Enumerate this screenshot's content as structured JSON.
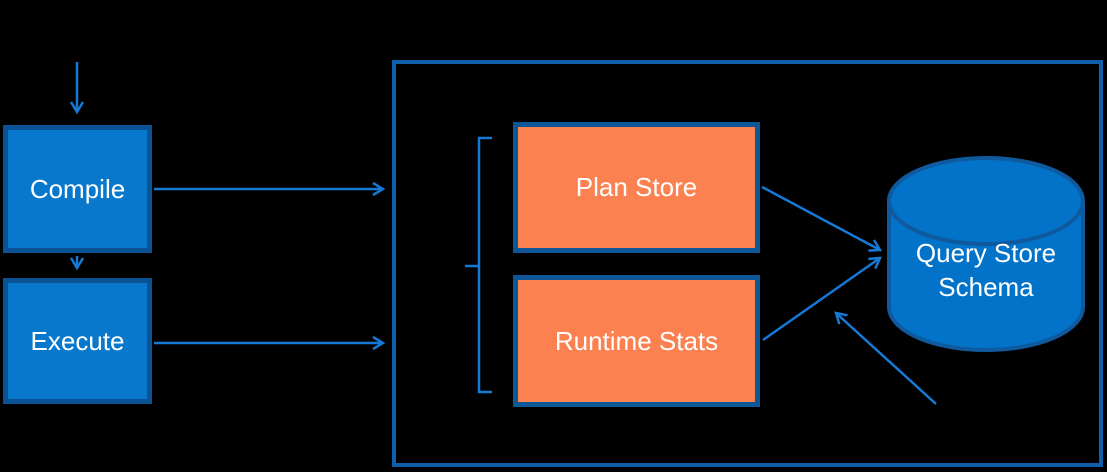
{
  "nodes": {
    "compile": {
      "label": "Compile",
      "shape": "rect"
    },
    "execute": {
      "label": "Execute",
      "shape": "rect"
    },
    "plan_store": {
      "label": "Plan Store",
      "shape": "rect"
    },
    "runtime_stats": {
      "label": "Runtime Stats",
      "shape": "rect"
    },
    "query_store_schema": {
      "label": "Query Store Schema",
      "line1": "Query Store",
      "line2": "Schema",
      "shape": "cylinder"
    }
  },
  "edges": [
    {
      "from": "top-input",
      "to": "compile",
      "style": "arrow"
    },
    {
      "from": "compile",
      "to": "execute",
      "style": "arrow"
    },
    {
      "from": "compile",
      "to": "container",
      "style": "arrow"
    },
    {
      "from": "execute",
      "to": "container",
      "style": "arrow"
    },
    {
      "from": "plan_store",
      "to": "query_store_schema",
      "style": "arrow"
    },
    {
      "from": "runtime_stats",
      "to": "query_store_schema",
      "style": "arrow"
    },
    {
      "from": "bottom-right-input",
      "to": "query_store_schema",
      "style": "arrow"
    }
  ],
  "annotations": [
    {
      "type": "bracket",
      "grouping": [
        "plan_store",
        "runtime_stats"
      ]
    }
  ],
  "colors": {
    "background": "#000000",
    "node_fill_blue": "#0778CC",
    "node_border_blue": "#0B5294",
    "node_fill_orange": "#FC8150",
    "node_border_orange": "#0E5796",
    "container_border": "#0C5FA8",
    "arrow": "#1579D6",
    "cylinder_fill": "#0273C8",
    "cylinder_border": "#0F5A9E",
    "text": "#FFFFFF"
  }
}
